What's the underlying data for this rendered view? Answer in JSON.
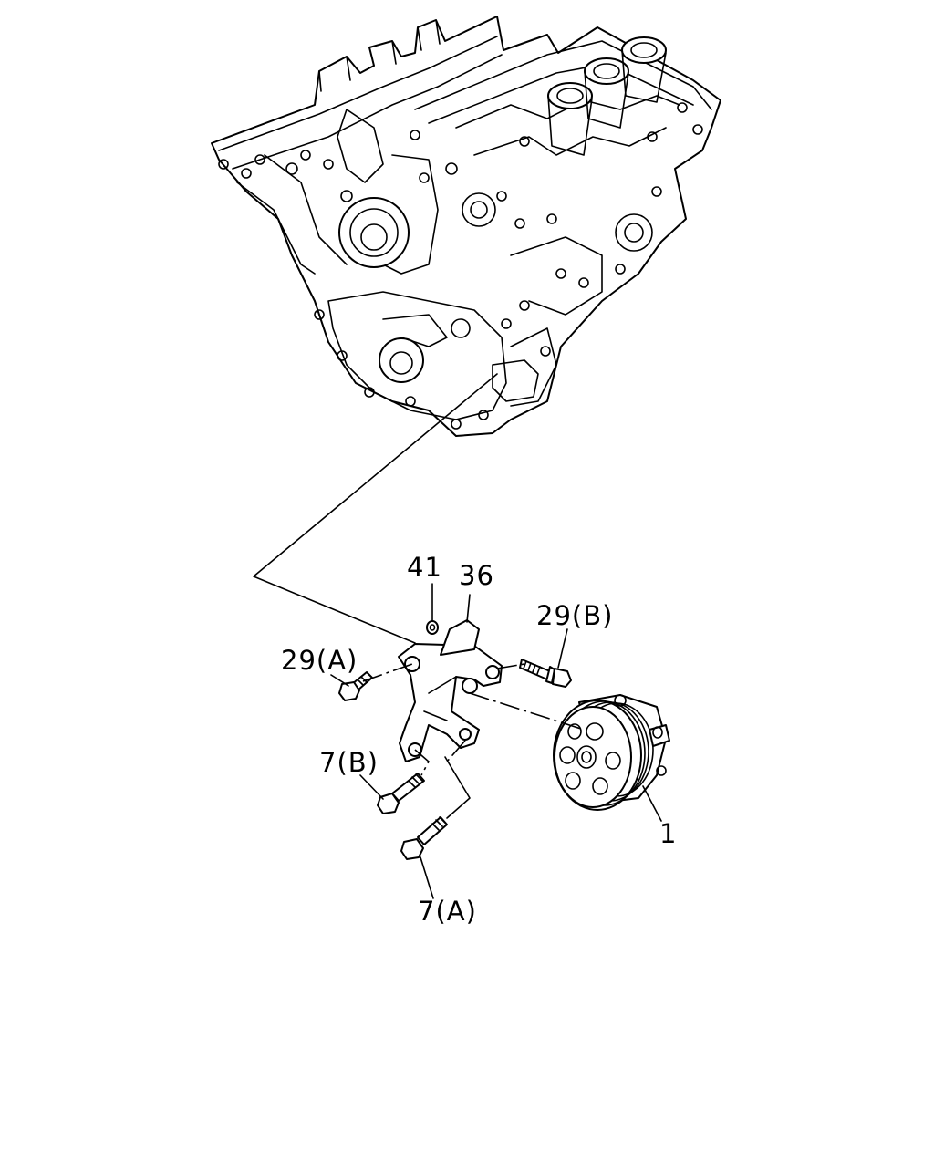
{
  "diagram": {
    "callouts": {
      "part_1": "1",
      "part_36": "36",
      "part_41": "41",
      "part_29b": "29(B)",
      "part_29a": "29(A)",
      "part_7b": "7(B)",
      "part_7a": "7(A)"
    },
    "line_color": "#000000",
    "background": "#ffffff"
  }
}
